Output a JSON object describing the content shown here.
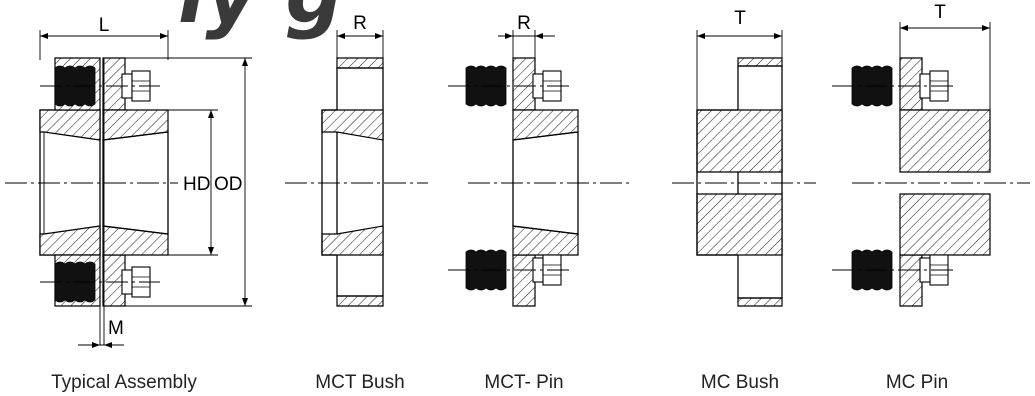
{
  "watermark": "ly g",
  "dimensions": {
    "L": "L",
    "R1": "R",
    "R2": "R",
    "T1": "T",
    "T2": "T",
    "HD": "HD",
    "OD": "OD",
    "M": "M"
  },
  "captions": {
    "typical_assembly": "Typical Assembly",
    "mct_bush": "MCT Bush",
    "mct_pin": "MCT- Pin",
    "mc_bush": "MC Bush",
    "mc_pin": "MC Pin"
  }
}
